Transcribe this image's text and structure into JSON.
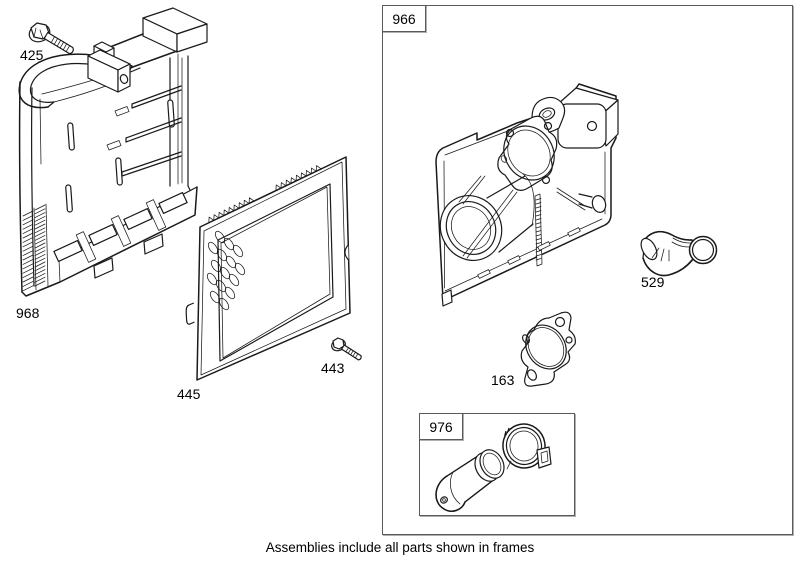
{
  "diagram": {
    "caption": "Assemblies include all parts shown in frames",
    "labels": {
      "bolt_425": "425",
      "housing_968": "968",
      "filter_445": "445",
      "screw_443": "443",
      "frame_966": "966",
      "elbow_529": "529",
      "gasket_163": "163",
      "frame_976": "976"
    },
    "colors": {
      "background": "#ffffff",
      "line": "#1a1a1a",
      "frame_border": "#5a5a5a",
      "frame_shadow": "#b0b0b0",
      "label_text": "#000000"
    }
  }
}
